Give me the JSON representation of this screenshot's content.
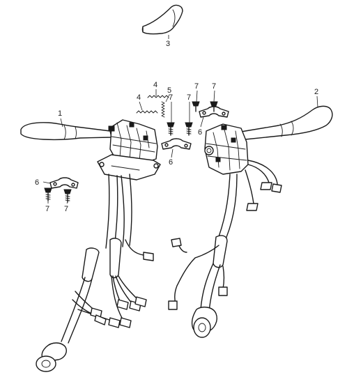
{
  "callouts": [
    {
      "id": "c1",
      "text": "1"
    },
    {
      "id": "c2",
      "text": "2"
    },
    {
      "id": "c3",
      "text": "3"
    },
    {
      "id": "c4a",
      "text": "4"
    },
    {
      "id": "c4b",
      "text": "4"
    },
    {
      "id": "c5",
      "text": "5"
    },
    {
      "id": "c6a",
      "text": "6"
    },
    {
      "id": "c6b",
      "text": "6"
    },
    {
      "id": "c6c",
      "text": "6"
    },
    {
      "id": "c7a",
      "text": "7"
    },
    {
      "id": "c7b",
      "text": "7"
    },
    {
      "id": "c7c",
      "text": "7"
    },
    {
      "id": "c7d",
      "text": "7"
    },
    {
      "id": "c7e",
      "text": "7"
    },
    {
      "id": "c7f",
      "text": "7"
    }
  ]
}
